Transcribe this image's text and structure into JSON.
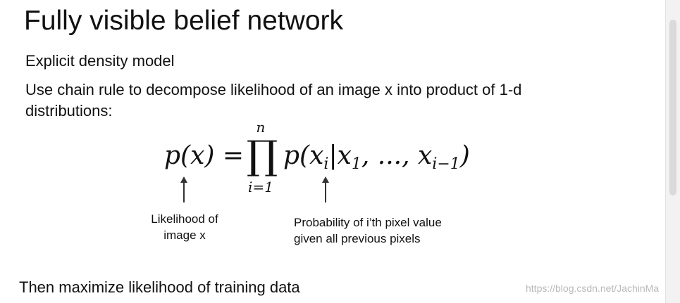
{
  "slide": {
    "title": "Fully visible belief network",
    "bullet_1": "Explicit density model",
    "bullet_2": "Use chain rule to decompose likelihood of an image x into product of 1-d distributions:",
    "equation": {
      "lhs": "p(x) =",
      "product_upper": "n",
      "product_symbol": "∏",
      "product_lower": "i=1",
      "rhs_prefix": "p(x",
      "rhs_sub_i": "i",
      "rhs_bar": "|x",
      "rhs_sub_1": "1",
      "rhs_middle": ", ..., x",
      "rhs_sub_im1": "i−1",
      "rhs_close": ")"
    },
    "annotation_left": {
      "line_1": "Likelihood of",
      "line_2": "image x"
    },
    "annotation_right": {
      "line_1": "Probability of i’th pixel value",
      "line_2": "given all previous pixels"
    },
    "bottom_text": "Then maximize likelihood of training data",
    "watermark": "https://blog.csdn.net/JachinMa"
  }
}
